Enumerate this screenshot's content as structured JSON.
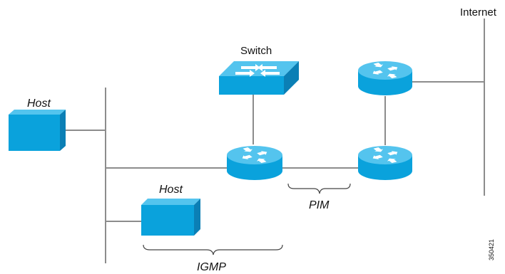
{
  "labels": {
    "internet": "Internet",
    "switch": "Switch",
    "host_left": "Host",
    "host_bottom": "Host",
    "pim": "PIM",
    "igmp": "IGMP",
    "figure_id": "350421"
  },
  "nodes": [
    {
      "name": "host-left-icon",
      "kind": "host"
    },
    {
      "name": "host-bottom-icon",
      "kind": "host"
    },
    {
      "name": "switch-icon",
      "kind": "switch"
    },
    {
      "name": "router-center-icon",
      "kind": "router"
    },
    {
      "name": "router-right-bottom-icon",
      "kind": "router"
    },
    {
      "name": "router-right-top-icon",
      "kind": "router"
    }
  ],
  "colors": {
    "device_fill": "#0aa2dc",
    "device_side": "#0b7fb5",
    "device_top": "#54c4ee",
    "link": "#8c8c8c"
  }
}
